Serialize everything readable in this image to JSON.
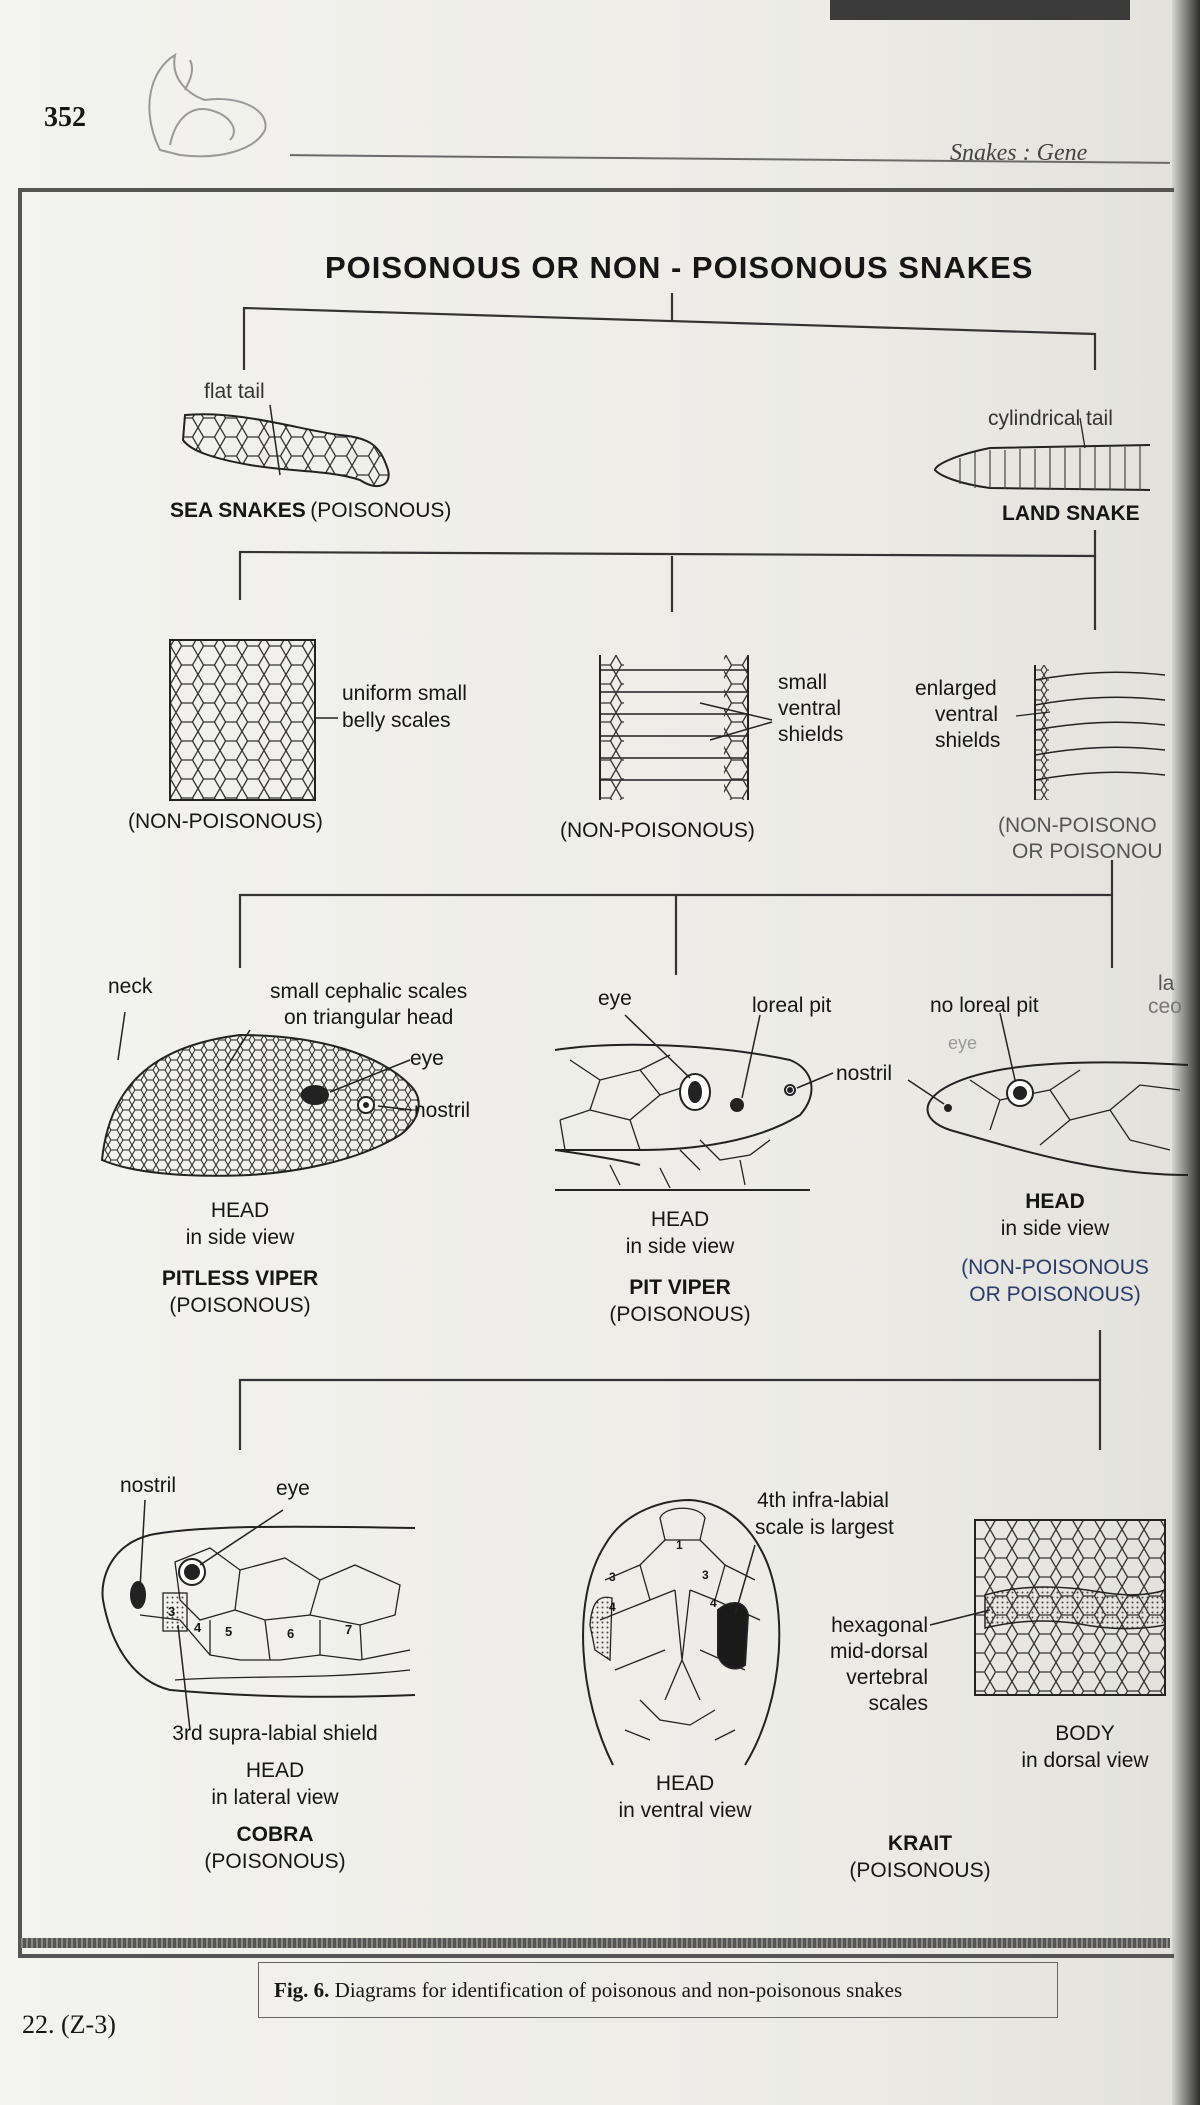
{
  "page": {
    "page_number": "352",
    "running_head": "Snakes : Gene",
    "footer_code": "22. (Z-3)"
  },
  "diagram": {
    "title": "POISONOUS OR NON - POISONOUS SNAKES",
    "tier1": {
      "sea": {
        "tail_label": "flat tail",
        "name": "SEA SNAKES",
        "status": "(POISONOUS)"
      },
      "land": {
        "tail_label": "cylindrical tail",
        "name": "LAND SNAKE"
      }
    },
    "tier2": {
      "uniform": {
        "label_1": "uniform small",
        "label_2": "belly scales",
        "status": "(NON-POISONOUS)"
      },
      "small_ventral": {
        "label_1": "small",
        "label_2": "ventral",
        "label_3": "shields",
        "status": "(NON-POISONOUS)"
      },
      "enlarged_ventral": {
        "label_1": "enlarged",
        "label_2": "ventral",
        "label_3": "shields",
        "status_1": "(NON-POISONO",
        "status_2": "OR POISONOU"
      }
    },
    "tier3": {
      "pitless": {
        "neck": "neck",
        "scales_1": "small cephalic scales",
        "scales_2": "on triangular head",
        "eye": "eye",
        "nostril": "nostril",
        "view_1": "HEAD",
        "view_2": "in side view",
        "name": "PITLESS VIPER",
        "status": "(POISONOUS)"
      },
      "pit": {
        "eye": "eye",
        "loreal": "loreal pit",
        "nostril": "nostril",
        "view_1": "HEAD",
        "view_2": "in side view",
        "name": "PIT VIPER",
        "status": "(POISONOUS)"
      },
      "nopit": {
        "loreal": "no loreal pit",
        "eye": "eye",
        "view_1": "HEAD",
        "view_2": "in side view",
        "status_1": "(NON-POISONOUS",
        "status_2": "OR POISONOUS)",
        "cut_1": "la",
        "cut_2": "ceo"
      }
    },
    "tier4": {
      "cobra": {
        "nostril": "nostril",
        "eye": "eye",
        "shield": "3rd supra-labial shield",
        "view_1": "HEAD",
        "view_2": "in lateral view",
        "name": "COBRA",
        "status": "(POISONOUS)",
        "shield_numbers": [
          "3",
          "4",
          "5",
          "6",
          "7"
        ]
      },
      "krait": {
        "infra_1": "4th infra-labial",
        "infra_2": "scale is largest",
        "view_1": "HEAD",
        "view_2": "in ventral view",
        "hex_1": "hexagonal",
        "hex_2": "mid-dorsal",
        "hex_3": "vertebral",
        "hex_4": "scales",
        "body_1": "BODY",
        "body_2": "in dorsal view",
        "name": "KRAIT",
        "status": "(POISONOUS)",
        "jaw_numbers": [
          "1",
          "3",
          "4",
          "3",
          "4"
        ]
      }
    }
  },
  "caption": {
    "fig": "Fig. 6.",
    "text": "Diagrams for identification of poisonous and non-poisonous snakes"
  }
}
